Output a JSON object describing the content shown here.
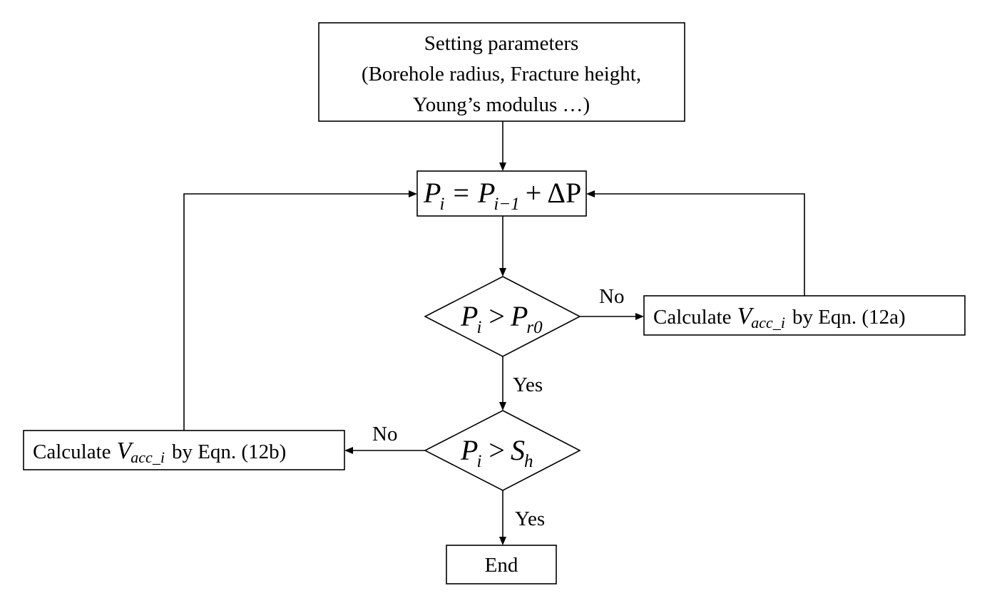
{
  "nodes": {
    "setup": {
      "lines": [
        "Setting parameters",
        "(Borehole radius, Fracture height,",
        "Young’s modulus …)"
      ]
    },
    "update": {
      "P": "P",
      "i": "i",
      "eq": "=",
      "P2": "P",
      "i_minus_1": "i−1",
      "plus": "+",
      "delta_P": "ΔP"
    },
    "decision1": {
      "P": "P",
      "i": "i",
      "gt": ">",
      "P2": "P",
      "r0": "r0"
    },
    "calc_a": {
      "prefix": "Calculate",
      "V": "V",
      "sub": "acc_i",
      "suffix": "by Eqn. (12a)"
    },
    "decision2": {
      "P": "P",
      "i": "i",
      "gt": ">",
      "S": "S",
      "h": "h"
    },
    "calc_b": {
      "prefix": "Calculate",
      "V": "V",
      "sub": "acc_i",
      "suffix": "by Eqn. (12b)"
    },
    "end": {
      "label": "End"
    }
  },
  "edges": {
    "no_1": "No",
    "yes_1": "Yes",
    "no_2": "No",
    "yes_2": "Yes"
  }
}
